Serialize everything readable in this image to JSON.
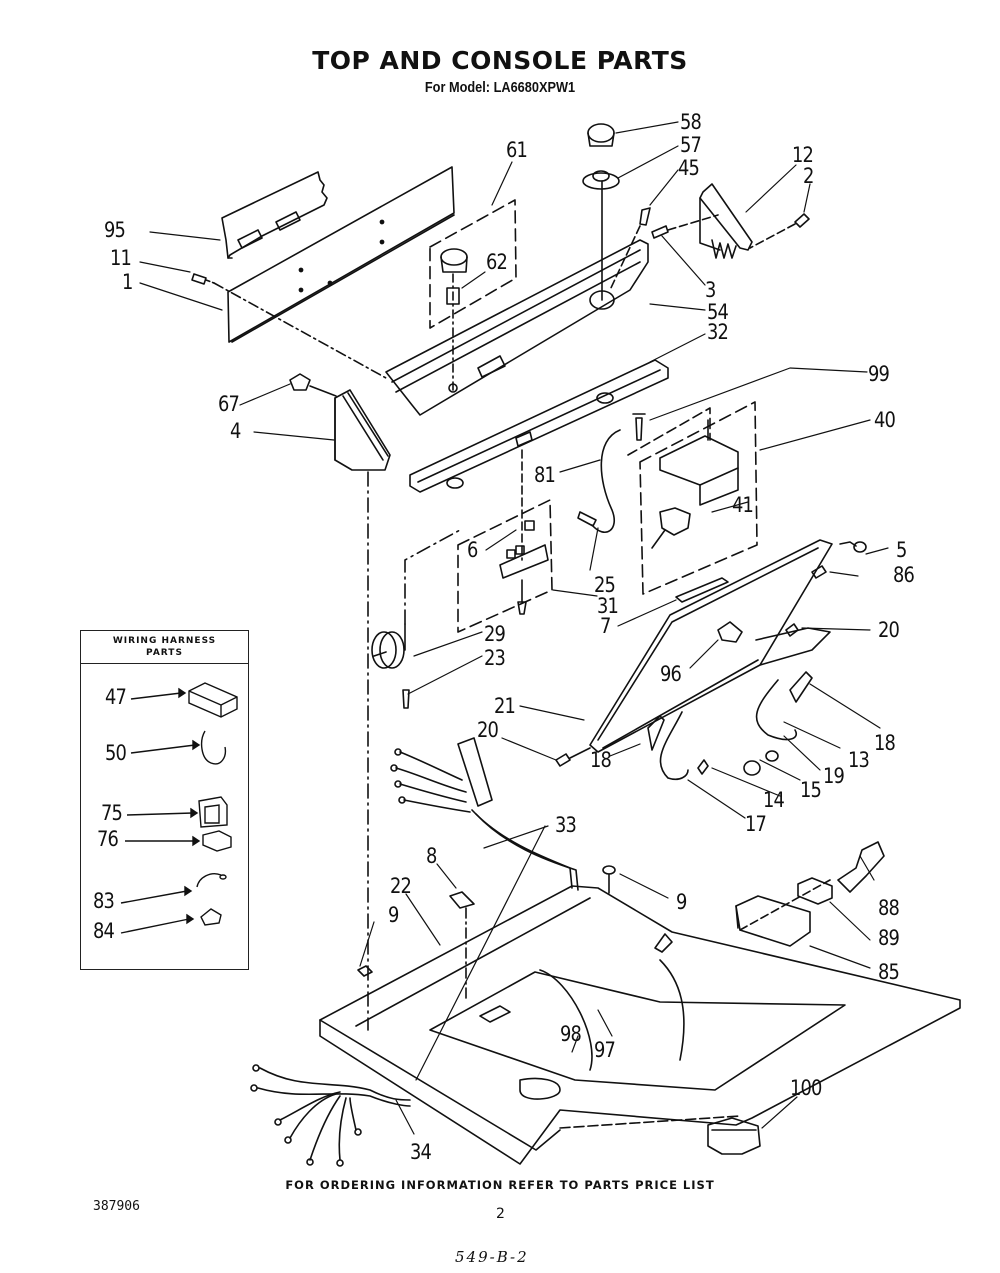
{
  "header": {
    "title": "TOP AND CONSOLE PARTS",
    "model_line": "For Model: LA6680XPW1"
  },
  "wiring_harness_box": {
    "title_line1": "WIRING HARNESS",
    "title_line2": "PARTS",
    "callouts": [
      {
        "id": "47",
        "part": "connector-block"
      },
      {
        "id": "50",
        "part": "wire-hook"
      },
      {
        "id": "75",
        "part": "connector-housing"
      },
      {
        "id": "76",
        "part": "terminal-connector"
      },
      {
        "id": "83",
        "part": "wire-clip"
      },
      {
        "id": "84",
        "part": "wire-clamp"
      }
    ]
  },
  "callouts": {
    "c95": "95",
    "c11": "11",
    "c1": "1",
    "c61": "61",
    "c62": "62",
    "c58": "58",
    "c57": "57",
    "c45": "45",
    "c12": "12",
    "c2": "2",
    "c3": "3",
    "c54": "54",
    "c32": "32",
    "c67": "67",
    "c4": "4",
    "c99": "99",
    "c40": "40",
    "c81": "81",
    "c41": "41",
    "c6": "6",
    "c25": "25",
    "c31": "31",
    "c5": "5",
    "c86": "86",
    "c7": "7",
    "c29": "29",
    "c23": "23",
    "c20a": "20",
    "c96": "96",
    "c21": "21",
    "c20b": "20",
    "c18a": "18",
    "c18b": "18",
    "c13": "13",
    "c19": "19",
    "c15": "15",
    "c14": "14",
    "c17": "17",
    "c33": "33",
    "c8": "8",
    "c22": "22",
    "c9a": "9",
    "c9b": "9",
    "c88": "88",
    "c89": "89",
    "c85": "85",
    "c98": "98",
    "c97": "97",
    "c100": "100",
    "c34": "34"
  },
  "footer": {
    "ordering_note": "FOR ORDERING INFORMATION REFER TO PARTS PRICE LIST",
    "document_number": "387906",
    "page_number": "2",
    "handwritten_note": "549-B-2"
  }
}
